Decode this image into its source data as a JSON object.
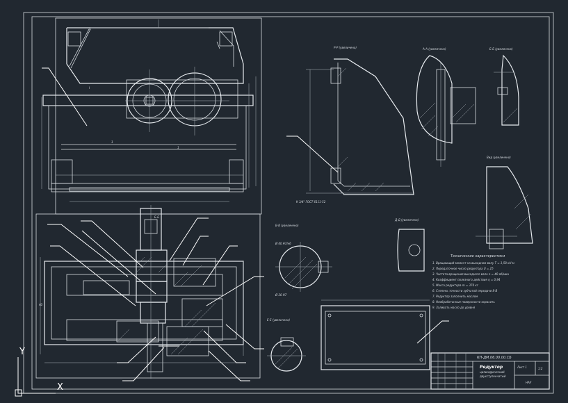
{
  "drawing": {
    "views": {
      "front": {
        "label": ""
      },
      "plan": {
        "label": "Б-Б"
      },
      "section_r": {
        "label": "Р-Р (увеличено)"
      },
      "section_a": {
        "label": "А-А (увеличено)"
      },
      "section_b": {
        "label": "Б-Б (увеличено)"
      },
      "detail_vid": {
        "label": "Вид (увеличено)"
      },
      "section_d": {
        "label": "Д-Д (увеличено)"
      },
      "section_v": {
        "label": "В-В (увеличено)"
      },
      "section_e": {
        "label": "Е-Е (увеличено)"
      }
    },
    "callout_arrows": [
      {
        "name": "callout-front-body"
      },
      {
        "name": "callout-section-r-flange"
      },
      {
        "name": "callout-plan-1"
      },
      {
        "name": "callout-plan-2"
      },
      {
        "name": "callout-plan-3"
      },
      {
        "name": "callout-plan-4"
      },
      {
        "name": "callout-plan-5"
      },
      {
        "name": "callout-plan-6"
      },
      {
        "name": "callout-plan-7"
      },
      {
        "name": "callout-plan-8"
      },
      {
        "name": "callout-plan-9"
      },
      {
        "name": "callout-plan-10"
      },
      {
        "name": "callout-plan-11"
      },
      {
        "name": "callout-plan-12"
      },
      {
        "name": "callout-cover"
      }
    ],
    "dimension_texts": {
      "r_thread": "К 3/4\" ГОСТ 6111-52",
      "v_dia_top": "Ø 40 Н7/к6",
      "v_dia_bottom": "Ø 30 Н7"
    },
    "tech_requirements": {
      "heading": "Технические характеристики",
      "lines": [
        "1. Вращающий момент на выходном валу  Т = 1,58 кН·м",
        "2. Передаточное число редуктора  U = 25",
        "3. Частота вращения выходного вала  n = 40 об/мин",
        "4. Коэффициент полезного действия  η = 0,94",
        "5. Масса редуктора  m = 370 кг",
        "6. Степень точности зубчатой передачи 8-В",
        "7. Редуктор заполнить маслом",
        "8. Необработанные поверхности окрасить",
        "9. Заливать масло до уровня"
      ]
    },
    "title_block": {
      "doc_code": "КП-ДМ.06.00.00.СБ",
      "title": "Редуктор",
      "subtitle_1": "цилиндрический",
      "subtitle_2": "двухступенчатый",
      "sheet": "Лист 1",
      "scale": "1:2",
      "org": "НАУ"
    },
    "ucs": {
      "x_label": "X",
      "y_label": "Y"
    }
  }
}
